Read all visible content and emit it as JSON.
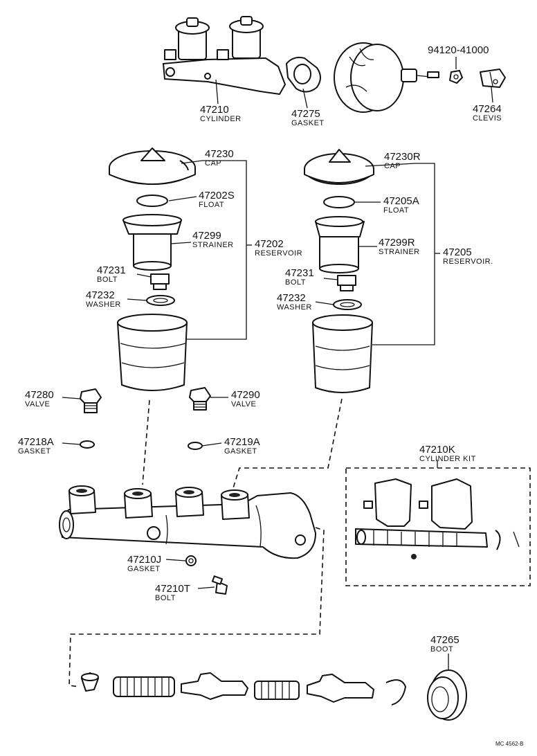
{
  "labels": {
    "l47210": {
      "number": "47210",
      "name": "CYLINDER"
    },
    "l47275": {
      "number": "47275",
      "name": "GASKET"
    },
    "l9412": {
      "number": "94120-41000",
      "name": ""
    },
    "l47264": {
      "number": "47264",
      "name": "CLEVIS"
    },
    "l47230": {
      "number": "47230",
      "name": "CAP"
    },
    "l47202S": {
      "number": "47202S",
      "name": "FLOAT"
    },
    "l47299": {
      "number": "47299",
      "name": "STRAINER"
    },
    "l47202": {
      "number": "47202",
      "name": "RESERVOIR"
    },
    "l47231a": {
      "number": "47231",
      "name": "BOLT"
    },
    "l47232a": {
      "number": "47232",
      "name": "WASHER"
    },
    "l47230R": {
      "number": "47230R",
      "name": "CAP"
    },
    "l47205A": {
      "number": "47205A",
      "name": "FLOAT"
    },
    "l47299R": {
      "number": "47299R",
      "name": "STRAINER"
    },
    "l47205": {
      "number": "47205",
      "name": "RESERVOIR."
    },
    "l47231b": {
      "number": "47231",
      "name": "BOLT"
    },
    "l47232b": {
      "number": "47232",
      "name": "WASHER"
    },
    "l47280": {
      "number": "47280",
      "name": "VALVE"
    },
    "l47290": {
      "number": "47290",
      "name": "VALVE"
    },
    "l47218A": {
      "number": "47218A",
      "name": "GASKET"
    },
    "l47219A": {
      "number": "47219A",
      "name": "GASKET"
    },
    "l47210K": {
      "number": "47210K",
      "name": "CYLINDER KIT"
    },
    "l47210J": {
      "number": "47210J",
      "name": "GASKET"
    },
    "l47210T": {
      "number": "47210T",
      "name": "BOLT"
    },
    "l47265": {
      "number": "47265",
      "name": "BOOT"
    }
  },
  "footer_code": "MC 4562-B"
}
